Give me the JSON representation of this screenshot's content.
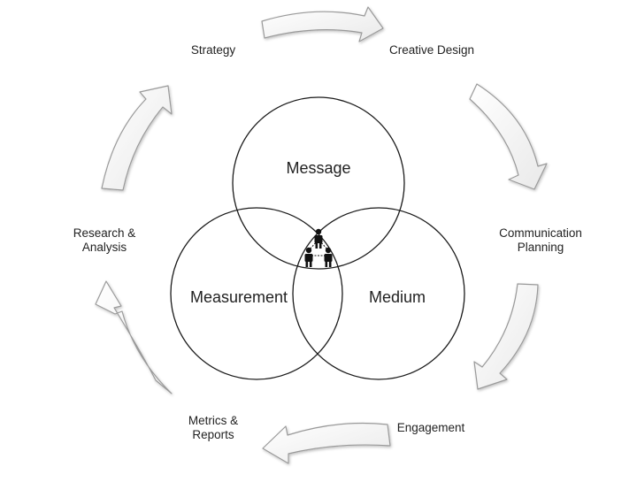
{
  "cycle": {
    "stages": [
      {
        "lines": [
          "Strategy"
        ]
      },
      {
        "lines": [
          "Creative Design"
        ]
      },
      {
        "lines": [
          "Communication",
          "Planning"
        ]
      },
      {
        "lines": [
          "Engagement"
        ]
      },
      {
        "lines": [
          "Metrics &",
          "Reports"
        ]
      },
      {
        "lines": [
          "Research &",
          "Analysis"
        ]
      }
    ],
    "arrow_direction": "clockwise"
  },
  "venn": {
    "circles": [
      {
        "label": "Message"
      },
      {
        "label": "Measurement"
      },
      {
        "label": "Medium"
      }
    ],
    "center_icon": "people-network-icon"
  },
  "colors": {
    "stroke": "#1a1a1a",
    "arrow_fill": "#ffffff",
    "arrow_stroke": "#9a9a9a",
    "text": "#222222"
  }
}
